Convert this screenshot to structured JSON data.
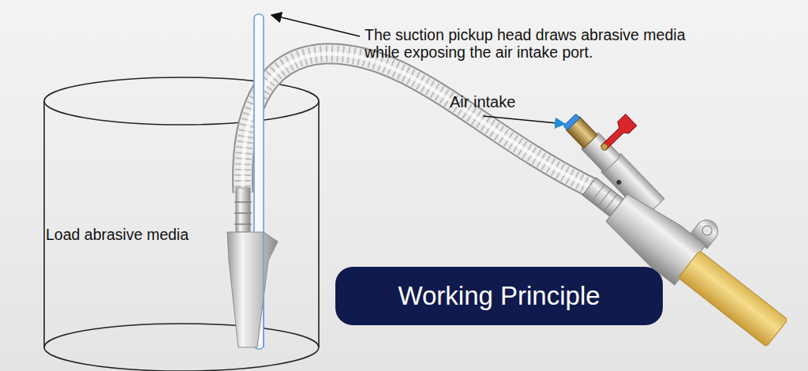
{
  "diagram": {
    "nodes": [
      {
        "text": [
          "Load abrasive media"
        ]
      },
      {
        "text": [
          "Working Principle"
        ]
      }
    ],
    "labels": [
      "The suction pickup head draws abrasive media while exposing the air intake port.",
      "Air intake"
    ]
  }
}
